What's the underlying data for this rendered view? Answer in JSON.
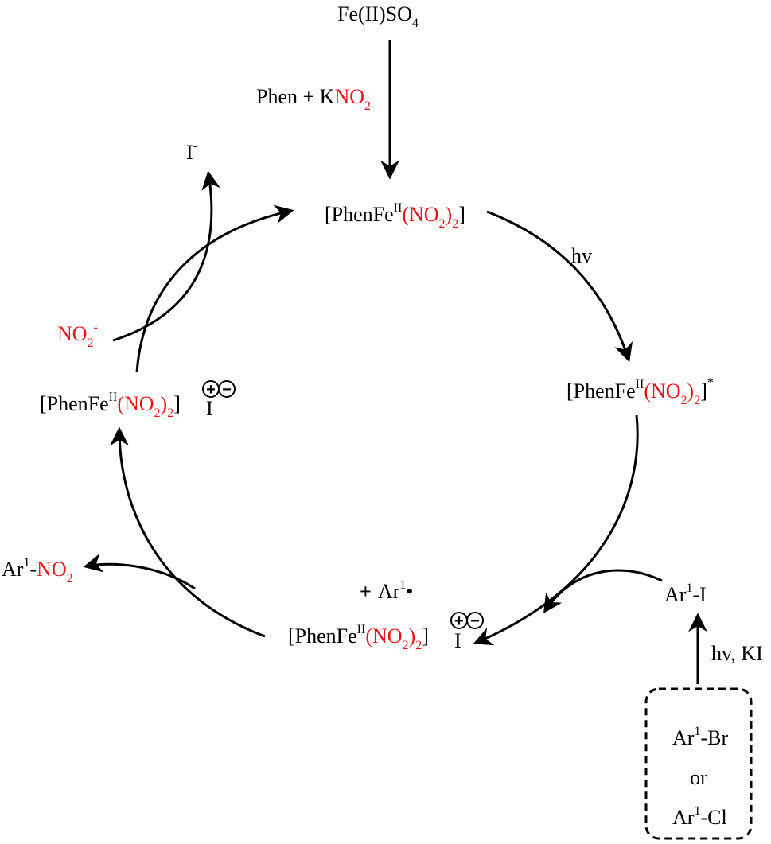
{
  "colors": {
    "black": "#000000",
    "red": "#e8141c",
    "background": "#ffffff"
  },
  "reagents": {
    "feso4": {
      "base": "Fe(II)SO",
      "sub": "4"
    },
    "phen_kno2": {
      "black": "Phen + K",
      "red": "NO",
      "sub": "2"
    },
    "hv_step": "hv",
    "hv_ki": "hv, KI"
  },
  "complex": {
    "open": "[PhenFe",
    "ox": "II",
    "ligand_open": "(NO",
    "sub2": "2",
    "ligand_close": ")",
    "close": "]"
  },
  "species": {
    "iodide": {
      "base": "I",
      "charge": "-"
    },
    "nitrite": {
      "base": "NO",
      "sub": "2",
      "charge": "-"
    },
    "excited_mark": "*",
    "counter_i": "I",
    "plus_sym": "+",
    "minus_sym": "−",
    "radical": {
      "plus": "+",
      "ar": "Ar",
      "sup": "1",
      "dot": "•"
    },
    "product": {
      "ar": "Ar",
      "sup": "1",
      "dash": "-",
      "red": "NO",
      "sub": "2"
    },
    "ar_i": {
      "ar": "Ar",
      "sup": "1",
      "rest": "-I"
    }
  },
  "box": {
    "line1": {
      "ar": "Ar",
      "sup": "1",
      "rest": "-Br"
    },
    "line2": "or",
    "line3": {
      "ar": "Ar",
      "sup": "1",
      "rest": "-Cl"
    }
  }
}
